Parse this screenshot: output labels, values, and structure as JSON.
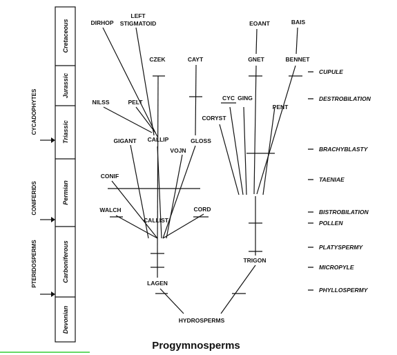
{
  "periods": [
    "Cretaceous",
    "Jurassic",
    "Triassic",
    "Permian",
    "Carboniferous",
    "Devonian"
  ],
  "groups": [
    "CYCADOPHYTES",
    "CONIFERIDS",
    "PTERIDOSPERMS"
  ],
  "taxa": {
    "dirhop": "DIRHOP",
    "left": "LEFT",
    "stigmatoid": "STIGMATOID",
    "czek": "CZEK",
    "cayt": "CAYT",
    "eoant": "EOANT",
    "bais": "BAIS",
    "gnet": "GNET",
    "bennet": "BENNET",
    "nilss": "NILSS",
    "pelt": "PELT",
    "cyc": "CYC",
    "ging": "GING",
    "pent": "PENT",
    "coryst": "CORYST",
    "gigant": "GIGANT",
    "callip": "CALLIP",
    "gloss": "GLOSS",
    "vojn": "VOJN",
    "conif": "CONIF",
    "walch": "WALCH",
    "cord": "CORD",
    "callist": "CALLIST",
    "trigon": "TRIGON",
    "lagen": "LAGEN",
    "hydrosperms": "HYDROSPERMS"
  },
  "traits": [
    "CUPULE",
    "DESTROBILATION",
    "BRACHYBLASTY",
    "TAENIAE",
    "BISTROBILATION",
    "POLLEN",
    "PLATYSPERMY",
    "MICROPYLE",
    "PHYLLOSPERMY"
  ],
  "footer": "Progymnosperms"
}
